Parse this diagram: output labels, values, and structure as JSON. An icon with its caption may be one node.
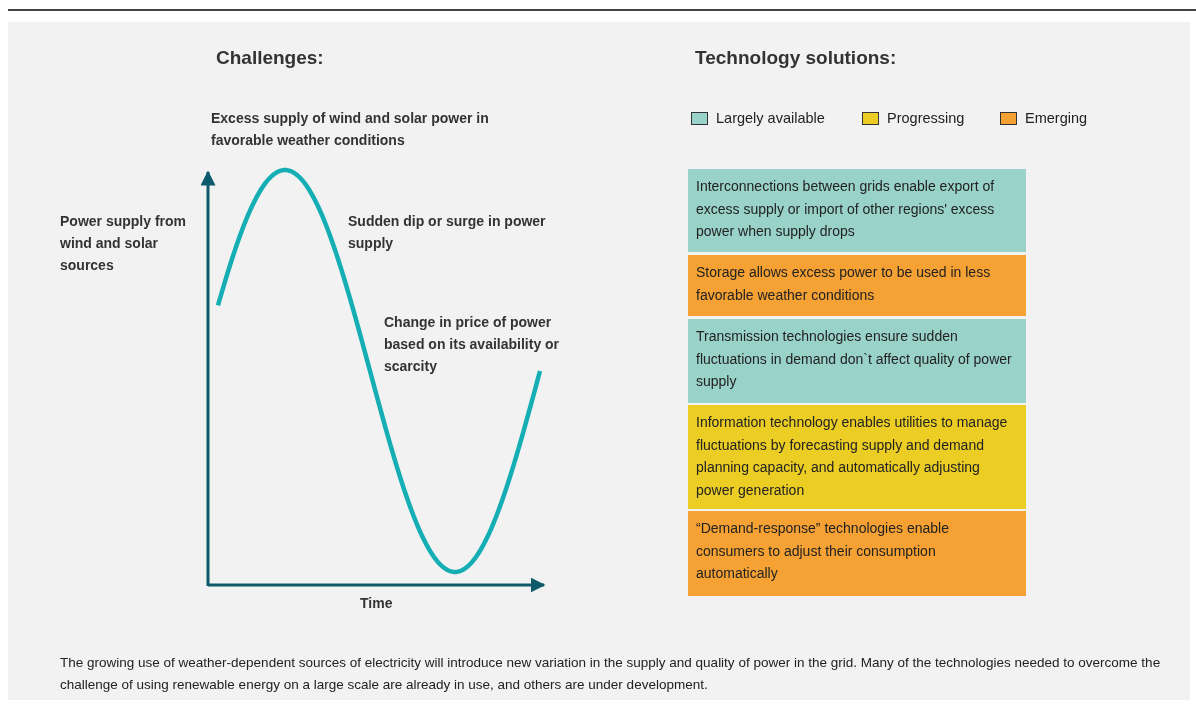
{
  "diagram": {
    "caption": "The growing use of weather-dependent sources of electricity will introduce new variation in the supply and quality of power in the grid. Many of the technologies needed to overcome the challenge of using renewable energy on a large scale are already in use, and others are under development.",
    "nodes": [
      {
        "text": [
          "Interconnections between grids enable export of excess supply or import of other regions' excess power when supply drops"
        ]
      },
      {
        "text": [
          "Storage allows excess power to be used in less favorable weather conditions"
        ]
      },
      {
        "text": [
          "Transmission technologies ensure sudden fluctuations in demand don`t affect quality of power supply"
        ]
      },
      {
        "text": [
          "Information technology enables utilities to manage fluctuations by forecasting supply and demand planning capacity, and automatically adjusting power generation"
        ]
      },
      {
        "text": [
          "“Demand-response” technologies enable consumers to adjust their consumption automatically"
        ]
      }
    ],
    "labels": [
      "Challenges:",
      "Technology solutions:",
      "Excess supply of wind and solar power in favorable weather conditions",
      "Power supply from wind and solar sources",
      "Sudden dip or surge in power supply",
      "Change in price of power based on its availability or scarcity",
      "Time"
    ],
    "legend": [
      {
        "text": "Largely available",
        "color": "#99d2c9"
      },
      {
        "text": "Progressing",
        "color": "#ebcd24"
      },
      {
        "text": "Emerging",
        "color": "#f5a133"
      }
    ]
  }
}
